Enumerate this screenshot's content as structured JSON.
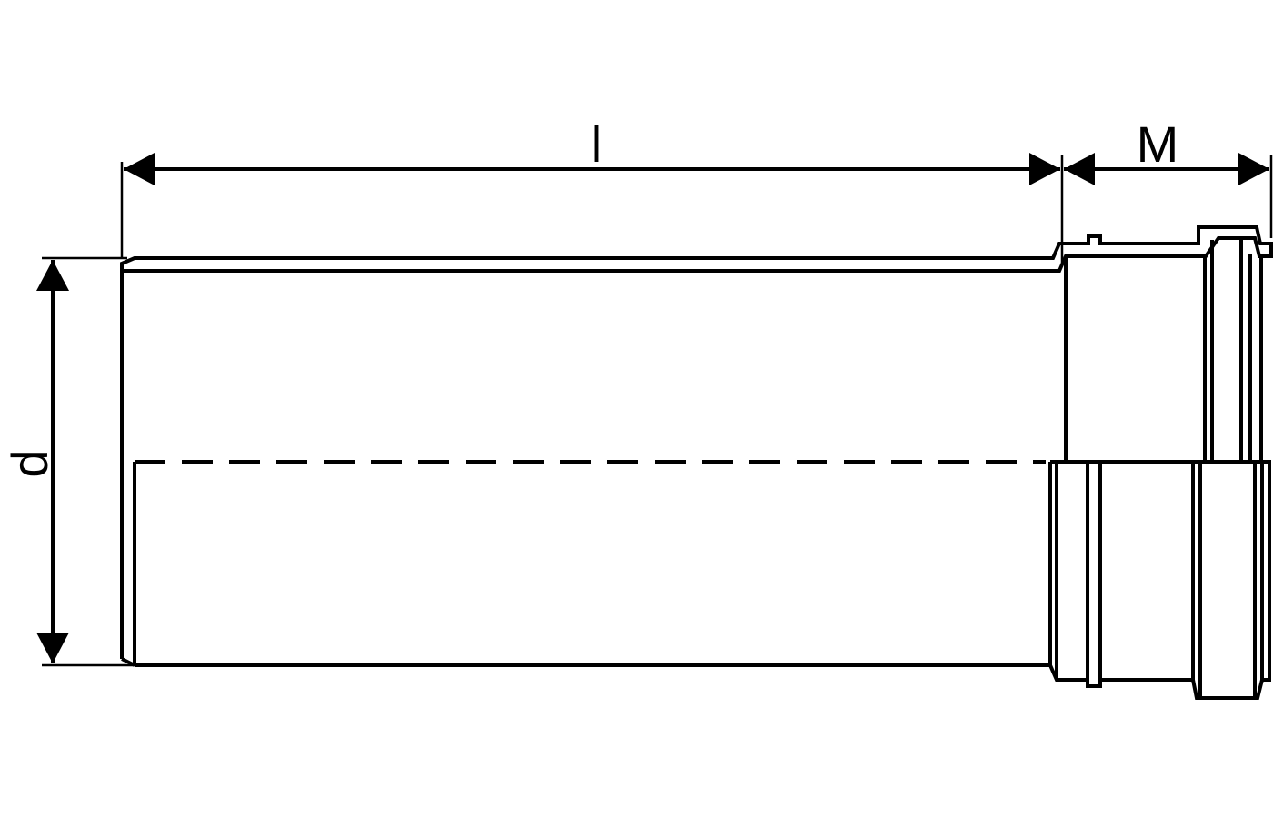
{
  "dimensions": {
    "length_label": "l",
    "socket_label": "M",
    "diameter_label": "d"
  },
  "colors": {
    "line": "#000000",
    "background": "#ffffff"
  }
}
